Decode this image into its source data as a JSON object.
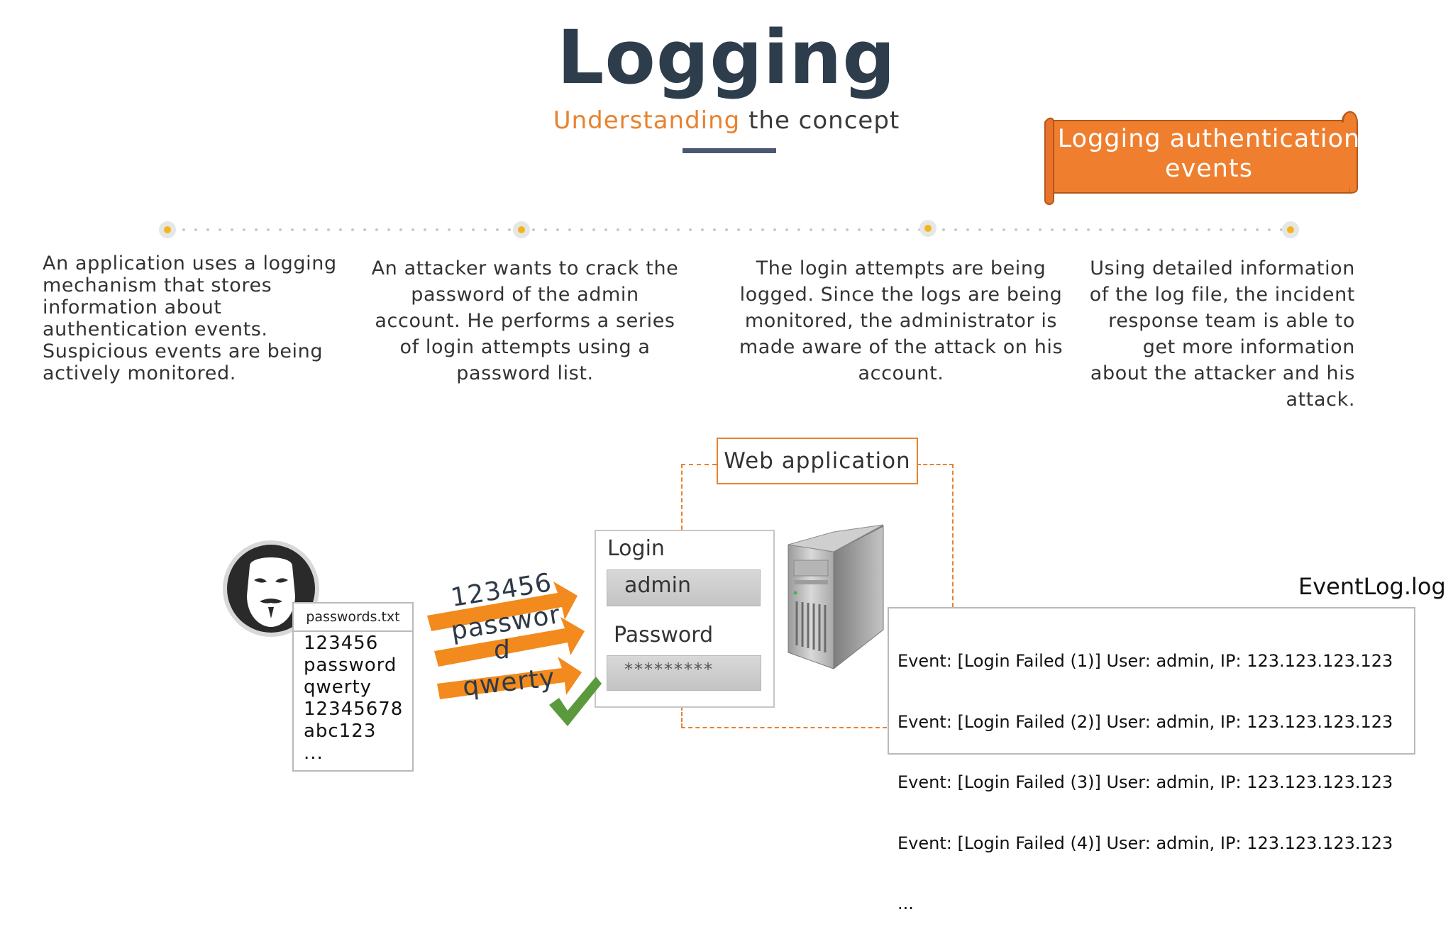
{
  "header": {
    "title": "Logging",
    "subtitle_accent": "Understanding",
    "subtitle_rest": " the concept"
  },
  "banner": {
    "text": "Logging authentication events"
  },
  "steps": [
    {
      "text": "An application uses a logging mechanism that stores information about authentication events. Suspicious events are being actively monitored."
    },
    {
      "text": "An attacker wants to crack the password of the admin account. He performs a series of login attempts using a password list."
    },
    {
      "text": "The login attempts are being logged. Since the logs are being monitored, the administrator is made aware of the attack on his account."
    },
    {
      "text": "Using detailed information of the log file, the incident response team is able to get more information about the attacker and his attack."
    }
  ],
  "diagram": {
    "webapp_label": "Web application",
    "login": {
      "title": "Login",
      "username": "admin",
      "password_label": "Password",
      "password_mask": "*********"
    },
    "password_file": {
      "name": "passwords.txt",
      "entries": [
        "123456",
        "password",
        "qwerty",
        "12345678",
        "abc123",
        "..."
      ]
    },
    "attempts": [
      "123456",
      "passwor",
      "d",
      "qwerty"
    ],
    "log": {
      "filename": "EventLog.log",
      "lines": [
        "Event: [Login Failed (1)] User: admin, IP: 123.123.123.123",
        "Event: [Login Failed (2)] User: admin, IP: 123.123.123.123",
        "Event: [Login Failed (3)] User: admin, IP: 123.123.123.123",
        "Event: [Login Failed (4)] User: admin, IP: 123.123.123.123",
        "..."
      ]
    }
  },
  "colors": {
    "accent": "#e8822f",
    "title": "#2e3d4b",
    "timeline_dot": "#f2b61b",
    "check": "#5a9a3c"
  }
}
